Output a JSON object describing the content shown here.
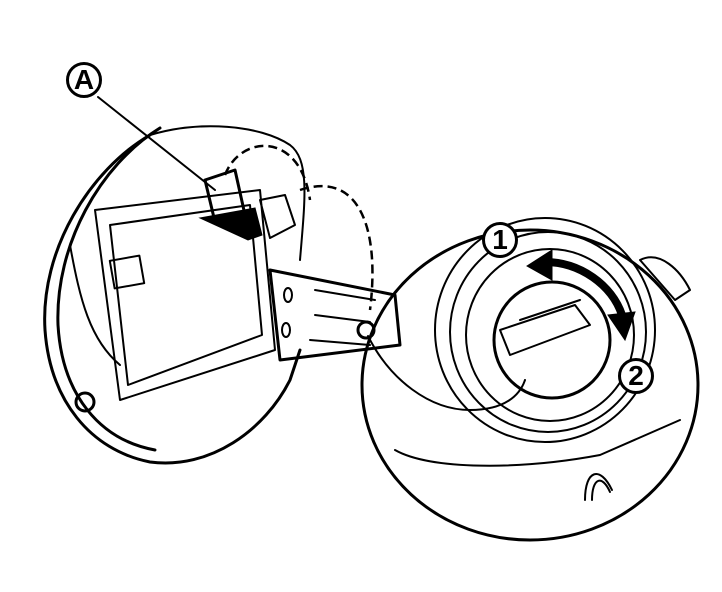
{
  "diagram": {
    "subject": "Fuel filler lid and fuel cap",
    "labels": [
      {
        "id": "A",
        "text": "A",
        "points_to": "fuel-lid-lock-bracket"
      },
      {
        "id": "1",
        "text": "1",
        "meaning": "turn counterclockwise (open)"
      },
      {
        "id": "2",
        "text": "2",
        "meaning": "turn clockwise (close)"
      }
    ],
    "colors": {
      "line": "#000000",
      "background": "#ffffff"
    }
  }
}
